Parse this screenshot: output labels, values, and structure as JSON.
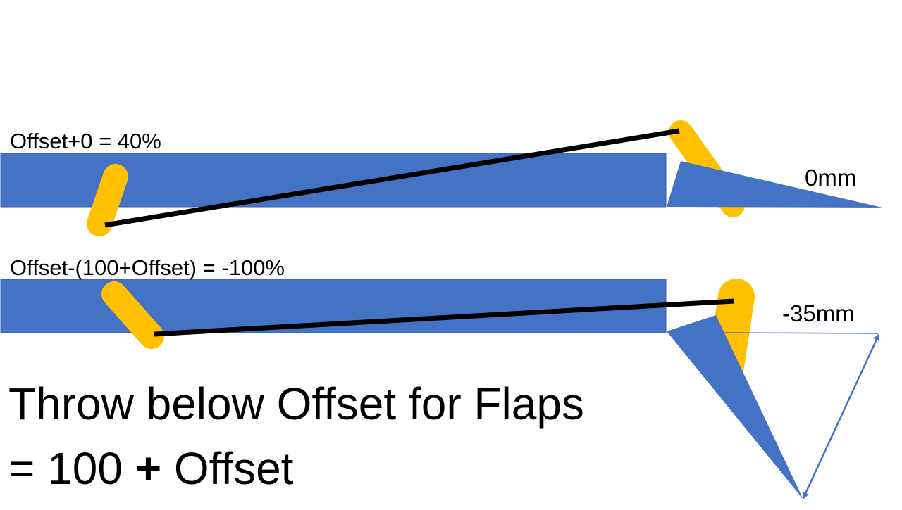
{
  "diagram": {
    "label_top": "Offset+0 = 40%",
    "label_bottom": "Offset-(100+Offset) = -100%",
    "value_top": "0mm",
    "value_bottom": "-35mm",
    "headline_line1": "Throw below Offset for Flaps",
    "headline_line2_prefix": "= 100 ",
    "headline_line2_plus": "+",
    "headline_line2_suffix": " Offset"
  },
  "colors": {
    "wing_blue": "#4472c4",
    "servo_arm_yellow": "#ffc000",
    "pushrod_black": "#000000",
    "arrow_blue": "#4472c4"
  }
}
